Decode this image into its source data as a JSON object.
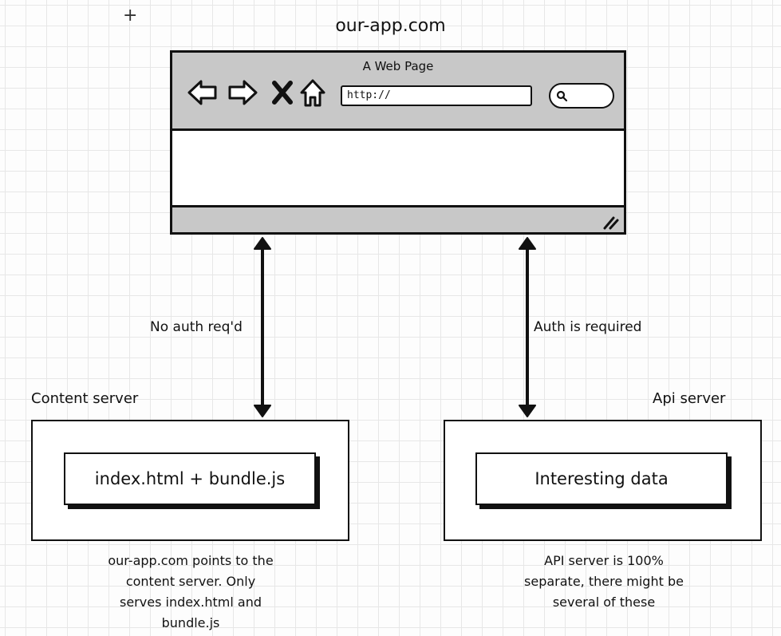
{
  "diagram_title": "our-app.com",
  "browser": {
    "page_title": "A Web Page",
    "url_text": "http://"
  },
  "edges": {
    "content_label": "No auth req'd",
    "api_label": "Auth is required"
  },
  "content_server": {
    "title": "Content server",
    "inner_label": "index.html + bundle.js",
    "note_lines": [
      "our-app.com points to the",
      "content server.  Only",
      "serves index.html and",
      "bundle.js"
    ]
  },
  "api_server": {
    "title": "Api server",
    "inner_label": "Interesting data",
    "note_lines": [
      "API server is 100%",
      "separate, there might be",
      "several of these"
    ]
  },
  "colors": {
    "ink": "#111111",
    "browser_chrome": "#c8c8c8",
    "grid": "#e7e7e7"
  },
  "icons": [
    "back-arrow-icon",
    "forward-arrow-icon",
    "close-icon",
    "home-icon",
    "search-icon",
    "resize-handle-icon"
  ]
}
